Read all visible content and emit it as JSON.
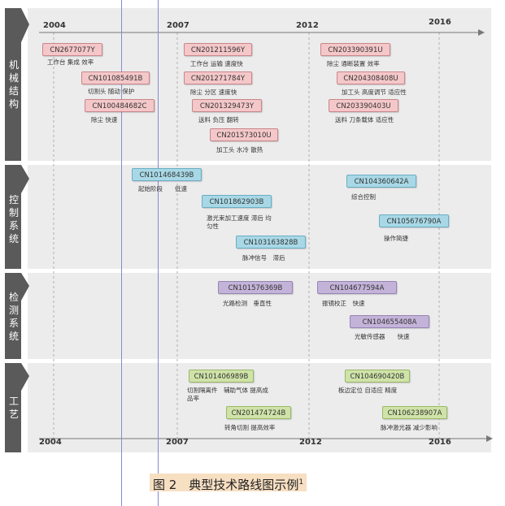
{
  "timeline": {
    "top_years": [
      "2004",
      "2007",
      "2012",
      "2016"
    ],
    "bottom_years": [
      "2004",
      "2007",
      "2012",
      "2016"
    ]
  },
  "sections": [
    {
      "label": "机械结构"
    },
    {
      "label": "控制系统"
    },
    {
      "label": "检测系统"
    },
    {
      "label": "工艺"
    }
  ],
  "patents": [
    {
      "id": "CN2677077Y",
      "tags": "工作台 集成 效率",
      "color": "pink"
    },
    {
      "id": "CN101085491B",
      "tags": "切割头 随动 保护",
      "color": "pink"
    },
    {
      "id": "CN100484682C",
      "tags": "除尘 快速",
      "color": "pink"
    },
    {
      "id": "CN201211596Y",
      "tags": "工作台 运输 速度快",
      "color": "pink"
    },
    {
      "id": "CN201271784Y",
      "tags": "除尘 分区 速度快",
      "color": "pink"
    },
    {
      "id": "CN201329473Y",
      "tags": "送料 负压 翻转",
      "color": "pink"
    },
    {
      "id": "CN201573010U",
      "tags": "加工头 水冷 散热",
      "color": "pink"
    },
    {
      "id": "CN203390391U",
      "tags": "除尘 通断装置 效率",
      "color": "pink"
    },
    {
      "id": "CN204308408U",
      "tags": "加工头 高度调节 适应性",
      "color": "pink"
    },
    {
      "id": "CN203390403U",
      "tags": "送料 刀条载体 适应性",
      "color": "pink"
    },
    {
      "id": "CN101468439B",
      "tags": "起始阶段　　低速",
      "color": "blue"
    },
    {
      "id": "CN101862903B",
      "tags": "激光束加工速度 滞后 均匀性",
      "color": "blue"
    },
    {
      "id": "CN103163828B",
      "tags": "脉冲信号　滞后",
      "color": "blue"
    },
    {
      "id": "CN104360642A",
      "tags": "综合控制",
      "color": "blue"
    },
    {
      "id": "CN105676790A",
      "tags": "操作简捷",
      "color": "blue"
    },
    {
      "id": "CN101576369B",
      "tags": "光路检测　垂直性",
      "color": "purple"
    },
    {
      "id": "CN104677594A",
      "tags": "振镜校正　快速",
      "color": "purple"
    },
    {
      "id": "CN104655408A",
      "tags": "光敏传感器　　快速",
      "color": "purple"
    },
    {
      "id": "CN101406989B",
      "tags": "切割隔离件　辅助气体 提高成品率",
      "color": "green"
    },
    {
      "id": "CN201474724B",
      "tags": "转角切割 提高效率",
      "color": "green"
    },
    {
      "id": "CN104690420B",
      "tags": "板边定位 自适应 精度",
      "color": "green"
    },
    {
      "id": "CN106238907A",
      "tags": "脉冲激光器 减少影响",
      "color": "green"
    }
  ],
  "caption": {
    "text": "图 2　典型技术路线图示例",
    "superscript": "1"
  },
  "colors": {
    "section_band": "#5a5a5a",
    "section_bg": "#ececec",
    "pink": "#f4c7c9",
    "blue": "#a8d8e6",
    "purple": "#c4b3d9",
    "green": "#cfe3a8",
    "caption_bg": "#f7dfc2"
  }
}
